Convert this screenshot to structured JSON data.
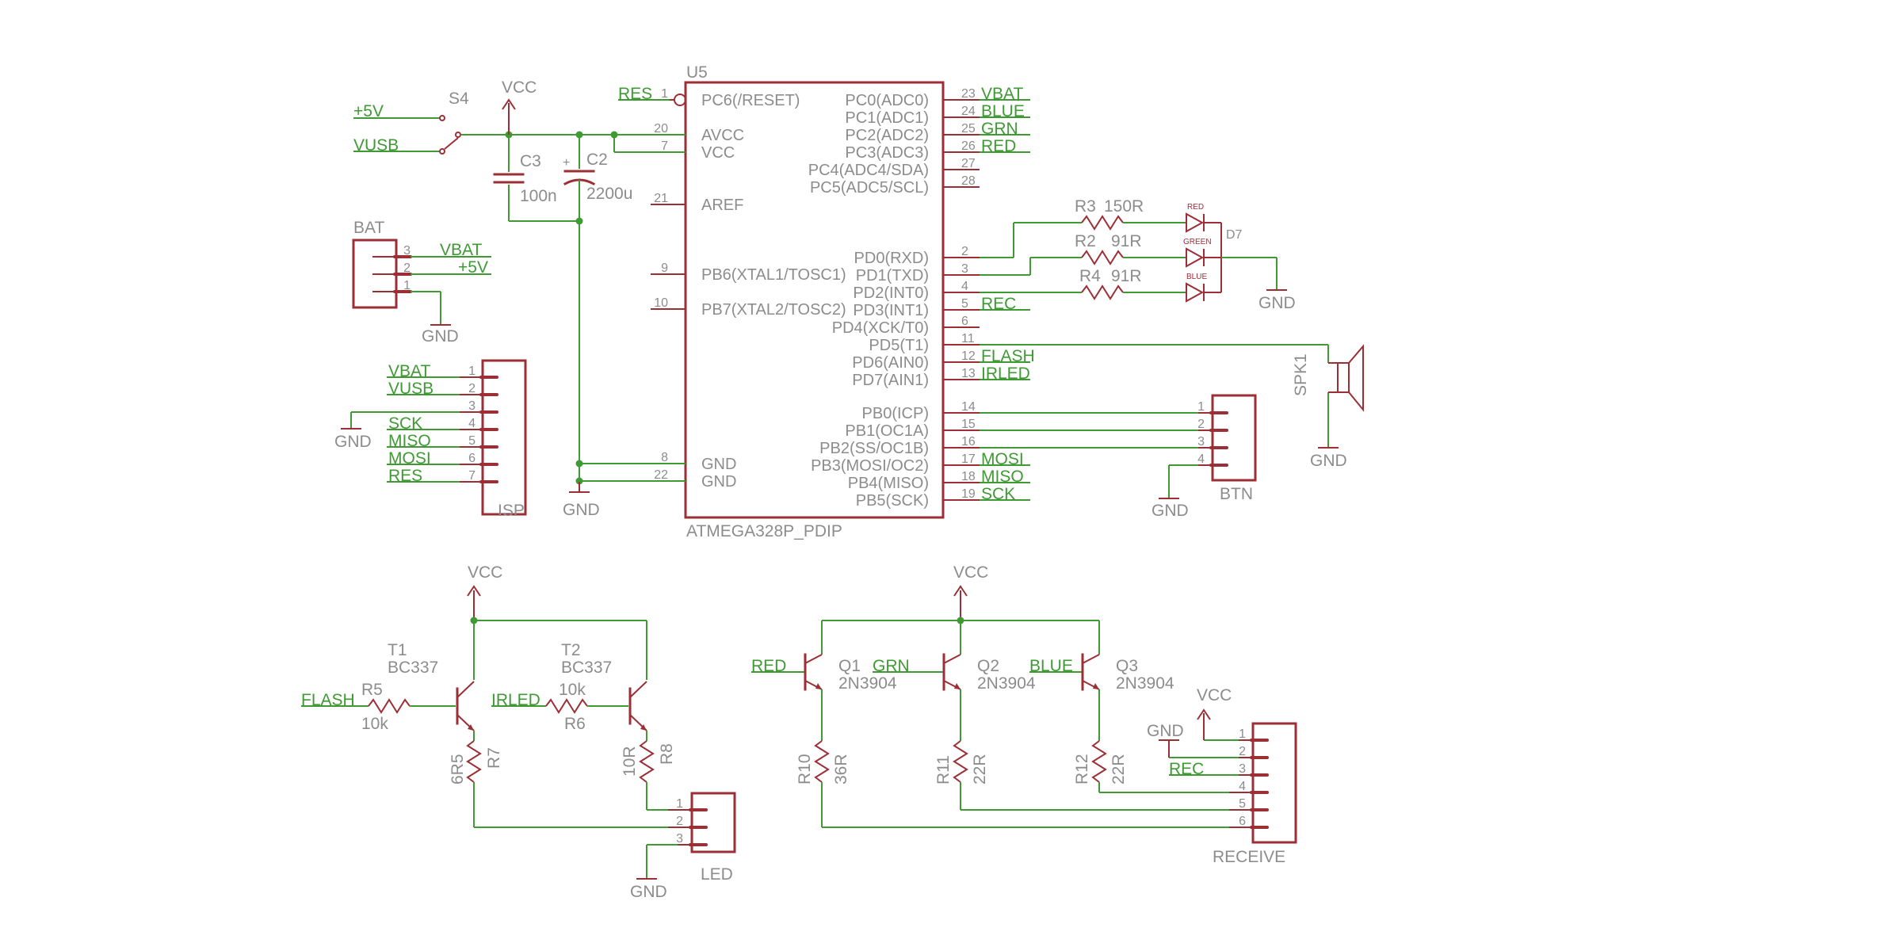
{
  "mcu": {
    "ref": "U5",
    "value": "ATMEGA328P_PDIP",
    "left_pins": [
      {
        "num": "1",
        "name": "PC6(/RESET)"
      },
      {
        "num": "20",
        "name": "AVCC"
      },
      {
        "num": "7",
        "name": "VCC"
      },
      {
        "num": "21",
        "name": "AREF"
      },
      {
        "num": "9",
        "name": "PB6(XTAL1/TOSC1)"
      },
      {
        "num": "10",
        "name": "PB7(XTAL2/TOSC2)"
      },
      {
        "num": "8",
        "name": "GND"
      },
      {
        "num": "22",
        "name": "GND"
      }
    ],
    "right_pins": [
      {
        "num": "23",
        "name": "PC0(ADC0)",
        "net": "VBAT"
      },
      {
        "num": "24",
        "name": "PC1(ADC1)",
        "net": "BLUE"
      },
      {
        "num": "25",
        "name": "PC2(ADC2)",
        "net": "GRN"
      },
      {
        "num": "26",
        "name": "PC3(ADC3)",
        "net": "RED"
      },
      {
        "num": "27",
        "name": "PC4(ADC4/SDA)",
        "net": ""
      },
      {
        "num": "28",
        "name": "PC5(ADC5/SCL)",
        "net": ""
      },
      {
        "num": "2",
        "name": "PD0(RXD)",
        "net": ""
      },
      {
        "num": "3",
        "name": "PD1(TXD)",
        "net": ""
      },
      {
        "num": "4",
        "name": "PD2(INT0)",
        "net": ""
      },
      {
        "num": "5",
        "name": "PD3(INT1)",
        "net": "REC"
      },
      {
        "num": "6",
        "name": "PD4(XCK/T0)",
        "net": ""
      },
      {
        "num": "11",
        "name": "PD5(T1)",
        "net": ""
      },
      {
        "num": "12",
        "name": "PD6(AIN0)",
        "net": "FLASH"
      },
      {
        "num": "13",
        "name": "PD7(AIN1)",
        "net": "IRLED"
      },
      {
        "num": "14",
        "name": "PB0(ICP)",
        "net": ""
      },
      {
        "num": "15",
        "name": "PB1(OC1A)",
        "net": ""
      },
      {
        "num": "16",
        "name": "PB2(SS/OC1B)",
        "net": ""
      },
      {
        "num": "17",
        "name": "PB3(MOSI/OC2)",
        "net": "MOSI"
      },
      {
        "num": "18",
        "name": "PB4(MISO)",
        "net": "MISO"
      },
      {
        "num": "19",
        "name": "PB5(SCK)",
        "net": "SCK"
      }
    ]
  },
  "nets": {
    "res": "RES",
    "p5v": "+5V",
    "vusb": "VUSB",
    "vcc": "VCC",
    "gnd": "GND",
    "vbat": "VBAT",
    "flash": "FLASH",
    "irled": "IRLED",
    "red": "RED",
    "grn": "GRN",
    "blue": "BLUE",
    "rec": "REC",
    "mosi": "MOSI",
    "miso": "MISO",
    "sck": "SCK"
  },
  "switch": {
    "ref": "S4"
  },
  "caps": {
    "c3": {
      "ref": "C3",
      "value": "100n"
    },
    "c2": {
      "ref": "C2",
      "value": "2200u",
      "polarity": "+"
    }
  },
  "bat": {
    "ref": "BAT",
    "pins": [
      "3",
      "2",
      "1"
    ],
    "nets": [
      "VBAT",
      "+5V"
    ]
  },
  "isp": {
    "ref": "ISP",
    "pins": [
      "1",
      "2",
      "3",
      "4",
      "5",
      "6",
      "7"
    ],
    "nets": [
      "VBAT",
      "VUSB",
      "",
      "SCK",
      "MISO",
      "MOSI",
      "RES"
    ]
  },
  "leds": {
    "ref": "D7",
    "r3": {
      "ref": "R3",
      "value": "150R"
    },
    "r2": {
      "ref": "R2",
      "value": "91R"
    },
    "r4": {
      "ref": "R4",
      "value": "91R"
    },
    "colors": [
      "RED",
      "GREEN",
      "BLUE"
    ]
  },
  "spk": {
    "ref": "SPK1"
  },
  "btn": {
    "ref": "BTN",
    "pins": [
      "1",
      "2",
      "3",
      "4"
    ]
  },
  "transistors": {
    "t1": {
      "ref": "T1",
      "value": "BC337"
    },
    "t2": {
      "ref": "T2",
      "value": "BC337"
    },
    "q1": {
      "ref": "Q1",
      "value": "2N3904"
    },
    "q2": {
      "ref": "Q2",
      "value": "2N3904"
    },
    "q3": {
      "ref": "Q3",
      "value": "2N3904"
    }
  },
  "resistors": {
    "r5": {
      "ref": "R5",
      "value": "10k"
    },
    "r6": {
      "ref": "R6",
      "value": "10k"
    },
    "r7": {
      "ref": "R7",
      "value": "6R5"
    },
    "r8": {
      "ref": "R8",
      "value": "10R"
    },
    "r10": {
      "ref": "R10",
      "value": "36R"
    },
    "r11": {
      "ref": "R11",
      "value": "22R"
    },
    "r12": {
      "ref": "R12",
      "value": "22R"
    }
  },
  "led_conn": {
    "ref": "LED",
    "pins": [
      "1",
      "2",
      "3"
    ]
  },
  "receive": {
    "ref": "RECEIVE",
    "pins": [
      "1",
      "2",
      "3",
      "4",
      "5",
      "6"
    ]
  }
}
